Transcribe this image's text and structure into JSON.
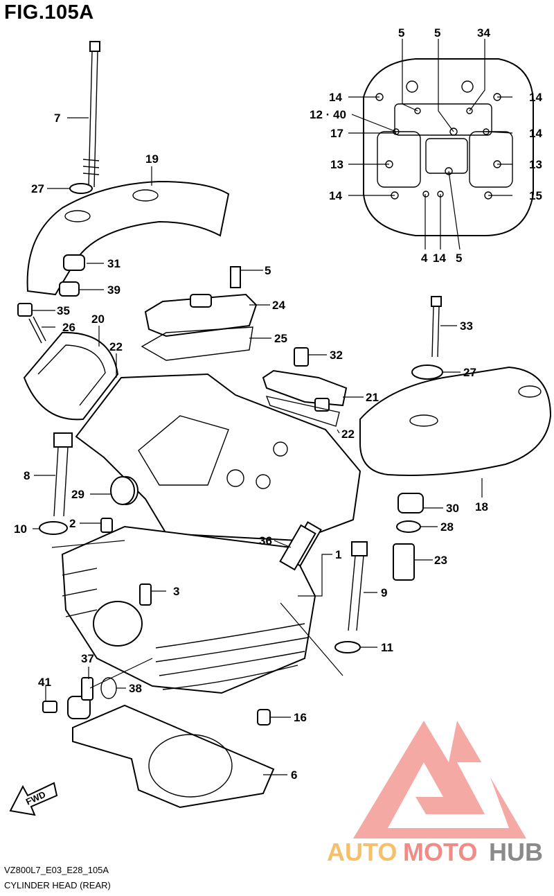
{
  "figure": {
    "title": "FIG.105A",
    "code": "VZ800L7_E03_E28_105A",
    "caption": "CYLINDER HEAD (REAR)",
    "fwd_label": "FWD"
  },
  "watermark": {
    "part1": "AUTO",
    "part2": "MOTO",
    "part3": "HUB",
    "colors": {
      "auto": "#f6c06a",
      "moto": "#f08b85",
      "hub": "#8a8a8a",
      "mark": "#f3a09a"
    }
  },
  "callouts": {
    "c1": "1",
    "c2": "2",
    "c3": "3",
    "c4": "4",
    "c5a": "5",
    "c5b": "5",
    "c5c": "5",
    "c5d": "5",
    "c6": "6",
    "c7": "7",
    "c8": "8",
    "c9": "9",
    "c10": "10",
    "c11": "11",
    "c12_40": "12 · 40",
    "c13a": "13",
    "c13b": "13",
    "c14a": "14",
    "c14b": "14",
    "c14c": "14",
    "c14d": "14",
    "c14e": "14",
    "c15": "15",
    "c16": "16",
    "c17": "17",
    "c18": "18",
    "c19": "19",
    "c20": "20",
    "c21": "21",
    "c22a": "22",
    "c22b": "22",
    "c23": "23",
    "c24": "24",
    "c25": "25",
    "c26": "26",
    "c27a": "27",
    "c27b": "27",
    "c28": "28",
    "c29": "29",
    "c30": "30",
    "c31": "31",
    "c32": "32",
    "c33": "33",
    "c34": "34",
    "c35": "35",
    "c36": "36",
    "c37": "37",
    "c38": "38",
    "c39": "39",
    "c41": "41"
  }
}
